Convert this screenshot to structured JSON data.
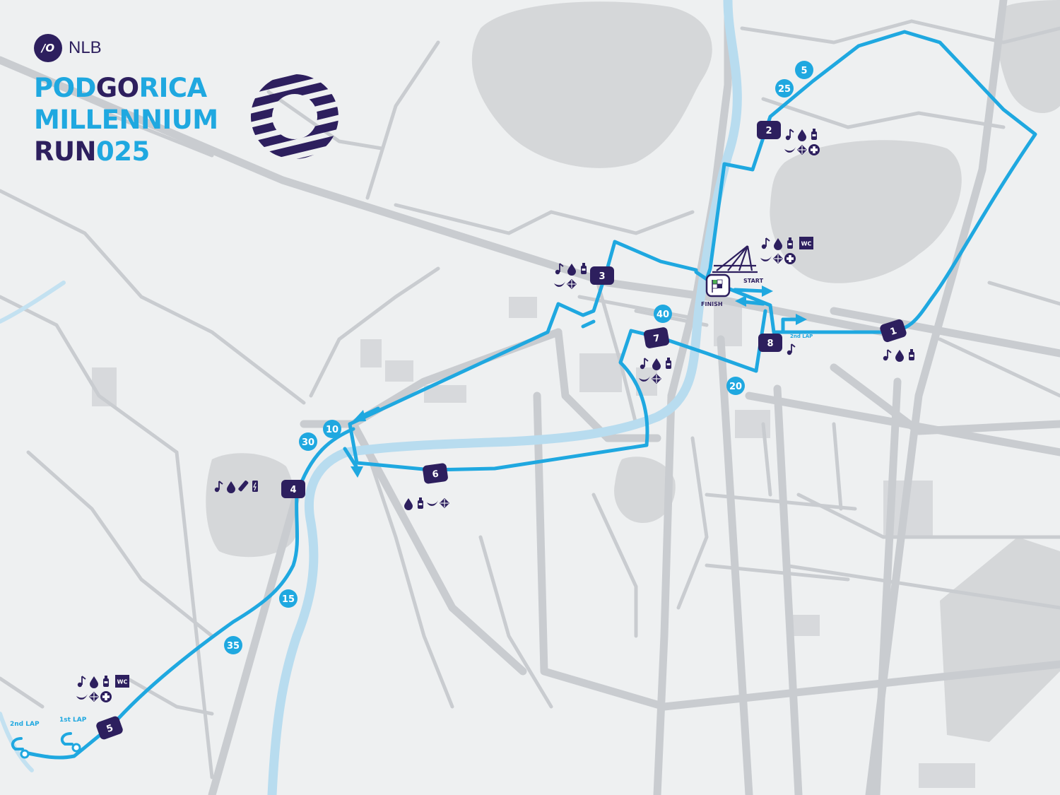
{
  "brand": {
    "logo_mark": "/O",
    "logo_name": "NLB",
    "title_line1": [
      {
        "text": "POD",
        "color": "blue"
      },
      {
        "text": "GO",
        "color": "purple"
      },
      {
        "text": "RICA",
        "color": "blue"
      }
    ],
    "title_line2": [
      {
        "text": "MILLENNIUM",
        "color": "blue"
      }
    ],
    "title_line3": [
      {
        "text": "RUN",
        "color": "purple"
      },
      {
        "text": "025",
        "color": "blue"
      }
    ]
  },
  "colors": {
    "route": "#1fa8e0",
    "station": "#2d1f5e",
    "road": "#c9ccd0",
    "river": "#b8dcef",
    "land": "#eef0f1",
    "water_area": "#d5d7d9"
  },
  "stations": [
    {
      "label": "1",
      "amenities": [
        "music-icon",
        "water-drop-icon",
        "cola-bottle-icon"
      ]
    },
    {
      "label": "2",
      "amenities": [
        "music-icon",
        "water-drop-icon",
        "bottle-icon",
        "banana-icon",
        "sponge-icon",
        "medical-cross-icon"
      ]
    },
    {
      "label": "3",
      "amenities": [
        "music-icon",
        "water-drop-icon",
        "bottle-icon",
        "banana-icon",
        "sponge-icon"
      ]
    },
    {
      "label": "4",
      "amenities": [
        "music-icon",
        "water-drop-icon",
        "gel-icon",
        "energy-drink-icon"
      ]
    },
    {
      "label": "5",
      "amenities": [
        "music-icon",
        "water-drop-icon",
        "cola-bottle-icon",
        "wc-icon",
        "banana-icon",
        "sponge-icon",
        "medical-cross-icon"
      ]
    },
    {
      "label": "6",
      "amenities": [
        "water-drop-icon",
        "cola-bottle-icon",
        "banana-icon",
        "sponge-icon"
      ]
    },
    {
      "label": "7",
      "amenities": [
        "music-icon",
        "water-drop-icon",
        "cola-bottle-icon",
        "banana-icon",
        "sponge-icon"
      ]
    },
    {
      "label": "8",
      "amenities": [
        "music-icon"
      ]
    }
  ],
  "start_area": {
    "amenities": [
      "music-icon",
      "water-drop-icon",
      "bottle-icon",
      "wc-icon",
      "banana-icon",
      "sponge-icon",
      "medical-cross-icon"
    ],
    "start_label": "START",
    "finish_label": "FINISH",
    "bridge_icon": "bridge-icon",
    "finish_icon": "checkered-flag-icon",
    "lap_label": "2nd LAP"
  },
  "km_markers": [
    "5",
    "25",
    "10",
    "30",
    "40",
    "20",
    "15",
    "35"
  ],
  "turnarounds": [
    {
      "label": "2nd LAP"
    },
    {
      "label": "1st LAP"
    }
  ]
}
